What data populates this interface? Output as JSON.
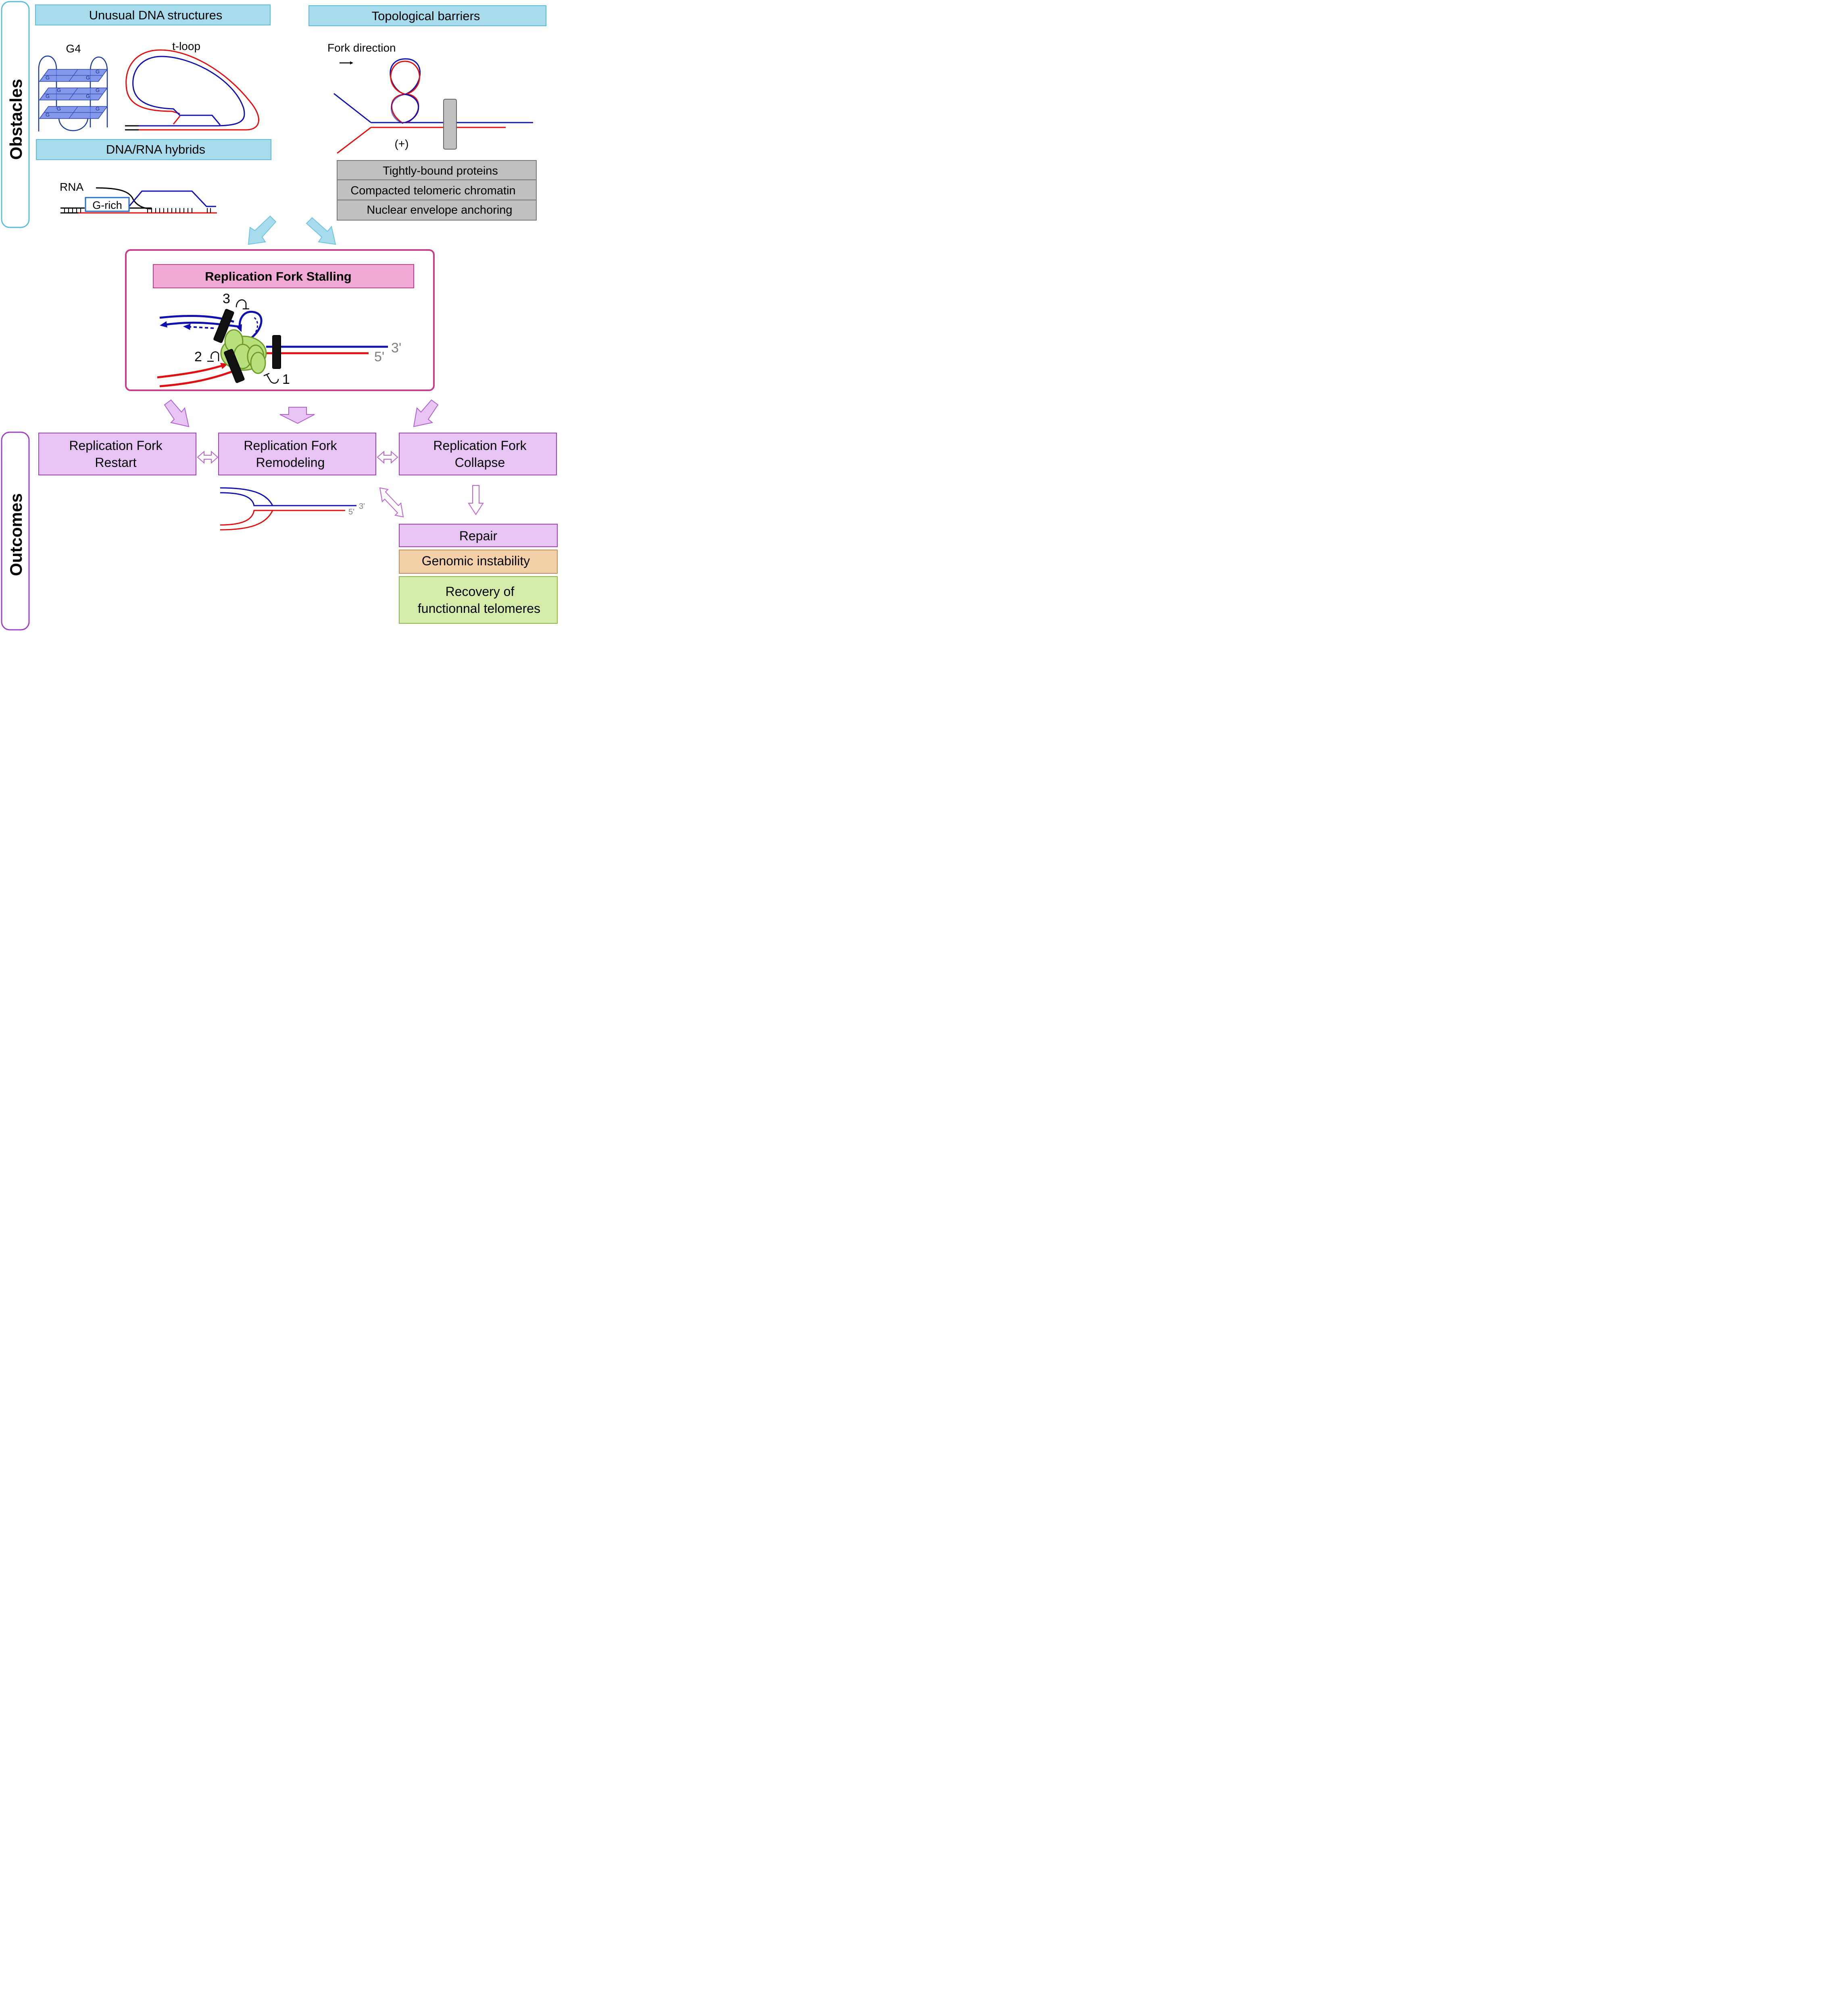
{
  "sections": {
    "obstacles": "Obstacles",
    "outcomes": "Outcomes"
  },
  "obstacles": {
    "unusual_dna": {
      "title": "Unusual DNA structures",
      "g4_label": "G4",
      "g4_letter": "G",
      "tloop_label": "t-loop"
    },
    "hybrids": {
      "title": "DNA/RNA hybrids",
      "rna_label": "RNA",
      "grich_label": "G-rich"
    },
    "topological": {
      "title": "Topological barriers",
      "fork_direction": "Fork direction",
      "supercoil": "(+)"
    },
    "barriers": [
      "Tightly-bound proteins",
      "Compacted telomeric chromatin",
      "Nuclear envelope anchoring"
    ]
  },
  "stalling": {
    "title": "Replication Fork Stalling",
    "markers": [
      "1",
      "2",
      "3"
    ],
    "end_3": "3'",
    "end_5": "5'"
  },
  "outcomes": {
    "restart": [
      "Replication Fork",
      "Restart"
    ],
    "remodeling": [
      "Replication Fork",
      "Remodeling"
    ],
    "collapse": [
      "Replication Fork",
      "Collapse"
    ],
    "remodel_end_3": "3'",
    "remodel_end_5": "5'",
    "repair": "Repair",
    "instability": "Genomic instability",
    "recovery": [
      "Recovery of",
      "functionnal telomeres"
    ]
  },
  "colors": {
    "obstacle_box": "#a8dcec",
    "obstacle_border": "#5bbedc",
    "protein_box": "#c0c0c0",
    "stall_border": "#c83c8c",
    "stall_title": "#f0a8d4",
    "outcome_box": "#e8c4f4",
    "outcome_border": "#a040c0",
    "instability": "#f4d0a8",
    "recovery": "#d4eca8",
    "dna_blue": "#1010b0",
    "dna_red": "#e01010",
    "replisome": "#b8e07c"
  }
}
